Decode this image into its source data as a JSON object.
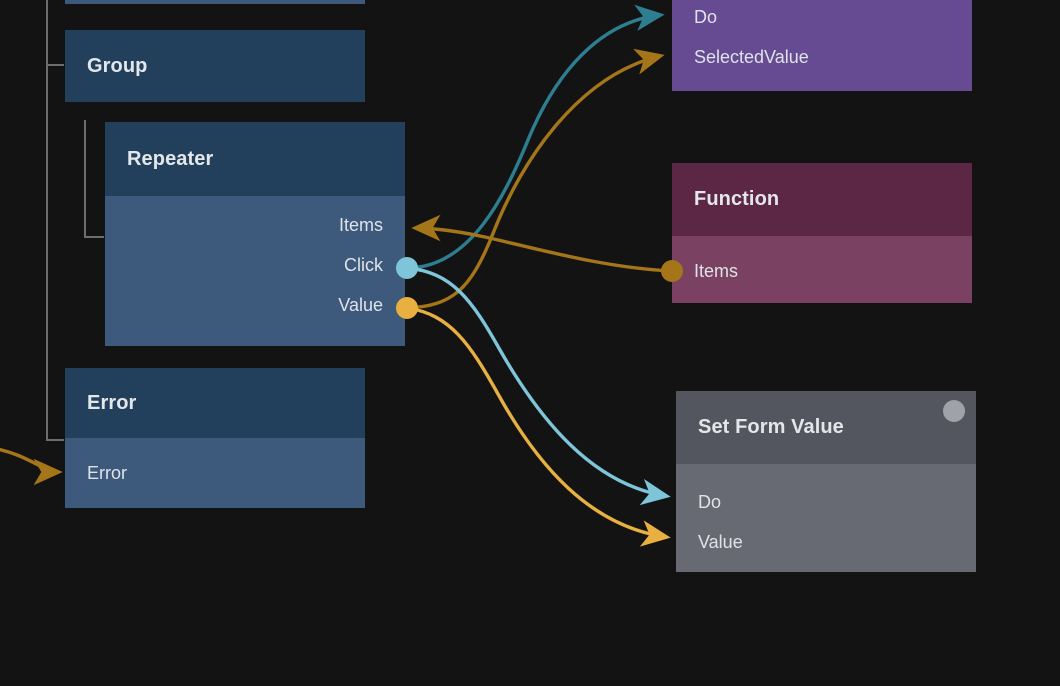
{
  "canvas": {
    "background": "#131313",
    "type": "node-graph-editor"
  },
  "colors": {
    "node_blue_header": "#22405c",
    "node_blue_body": "#3d5a7d",
    "node_purple_body": "#664a92",
    "node_magenta_header": "#5b2745",
    "node_magenta_body": "#7a4162",
    "node_gray_header": "#53565e",
    "node_gray_body": "#676a73",
    "edge_light_blue": "#7ec5da",
    "edge_teal": "#2d7e90",
    "edge_yellow": "#e8b040",
    "edge_ochre": "#a5751a",
    "tree_line": "#6d6d6d",
    "port_text": "#dfe3e7",
    "title_text": "#e4e7ea"
  },
  "nodes": [
    {
      "id": "clipped-top",
      "title": "",
      "kind": "clipped-node-body",
      "ports": []
    },
    {
      "id": "group",
      "title": "Group",
      "kind": "component",
      "ports": []
    },
    {
      "id": "repeater",
      "title": "Repeater",
      "kind": "component",
      "ports": [
        {
          "label": "Items",
          "side": "right",
          "connector": "arrow-in",
          "color": "#a5751a"
        },
        {
          "label": "Click",
          "side": "right",
          "connector": "dot-out",
          "color": "#7ec5da"
        },
        {
          "label": "Value",
          "side": "right",
          "connector": "dot-out",
          "color": "#e8b040"
        }
      ]
    },
    {
      "id": "error",
      "title": "Error",
      "kind": "component",
      "ports": [
        {
          "label": "Error",
          "side": "left",
          "connector": "arrow-in",
          "color": "#a5751a"
        }
      ]
    },
    {
      "id": "dropdown-partial",
      "title": "",
      "kind": "clipped-action",
      "ports": [
        {
          "label": "Do",
          "side": "left",
          "connector": "arrow-in",
          "color": "#2d7e90"
        },
        {
          "label": "SelectedValue",
          "side": "left",
          "connector": "arrow-in",
          "color": "#a5751a"
        }
      ]
    },
    {
      "id": "function",
      "title": "Function",
      "kind": "logic",
      "ports": [
        {
          "label": "Items",
          "side": "left",
          "connector": "dot-out",
          "color": "#a5751a"
        }
      ]
    },
    {
      "id": "set-form-value",
      "title": "Set Form Value",
      "kind": "action",
      "badge": "status-dot",
      "ports": [
        {
          "label": "Do",
          "side": "left",
          "connector": "arrow-in",
          "color": "#7ec5da"
        },
        {
          "label": "Value",
          "side": "left",
          "connector": "arrow-in",
          "color": "#e8b040"
        }
      ]
    }
  ],
  "connections": [
    {
      "from": "repeater.Click",
      "to": "dropdown-partial.Do",
      "color": "#2d7e90"
    },
    {
      "from": "repeater.Value",
      "to": "dropdown-partial.SelectedValue",
      "color": "#a5751a"
    },
    {
      "from": "function.Items",
      "to": "repeater.Items",
      "color": "#a5751a"
    },
    {
      "from": "repeater.Click",
      "to": "set-form-value.Do",
      "color": "#7ec5da"
    },
    {
      "from": "repeater.Value",
      "to": "set-form-value.Value",
      "color": "#e8b040"
    },
    {
      "from": "offscreen",
      "to": "error.Error",
      "color": "#a5751a"
    }
  ]
}
